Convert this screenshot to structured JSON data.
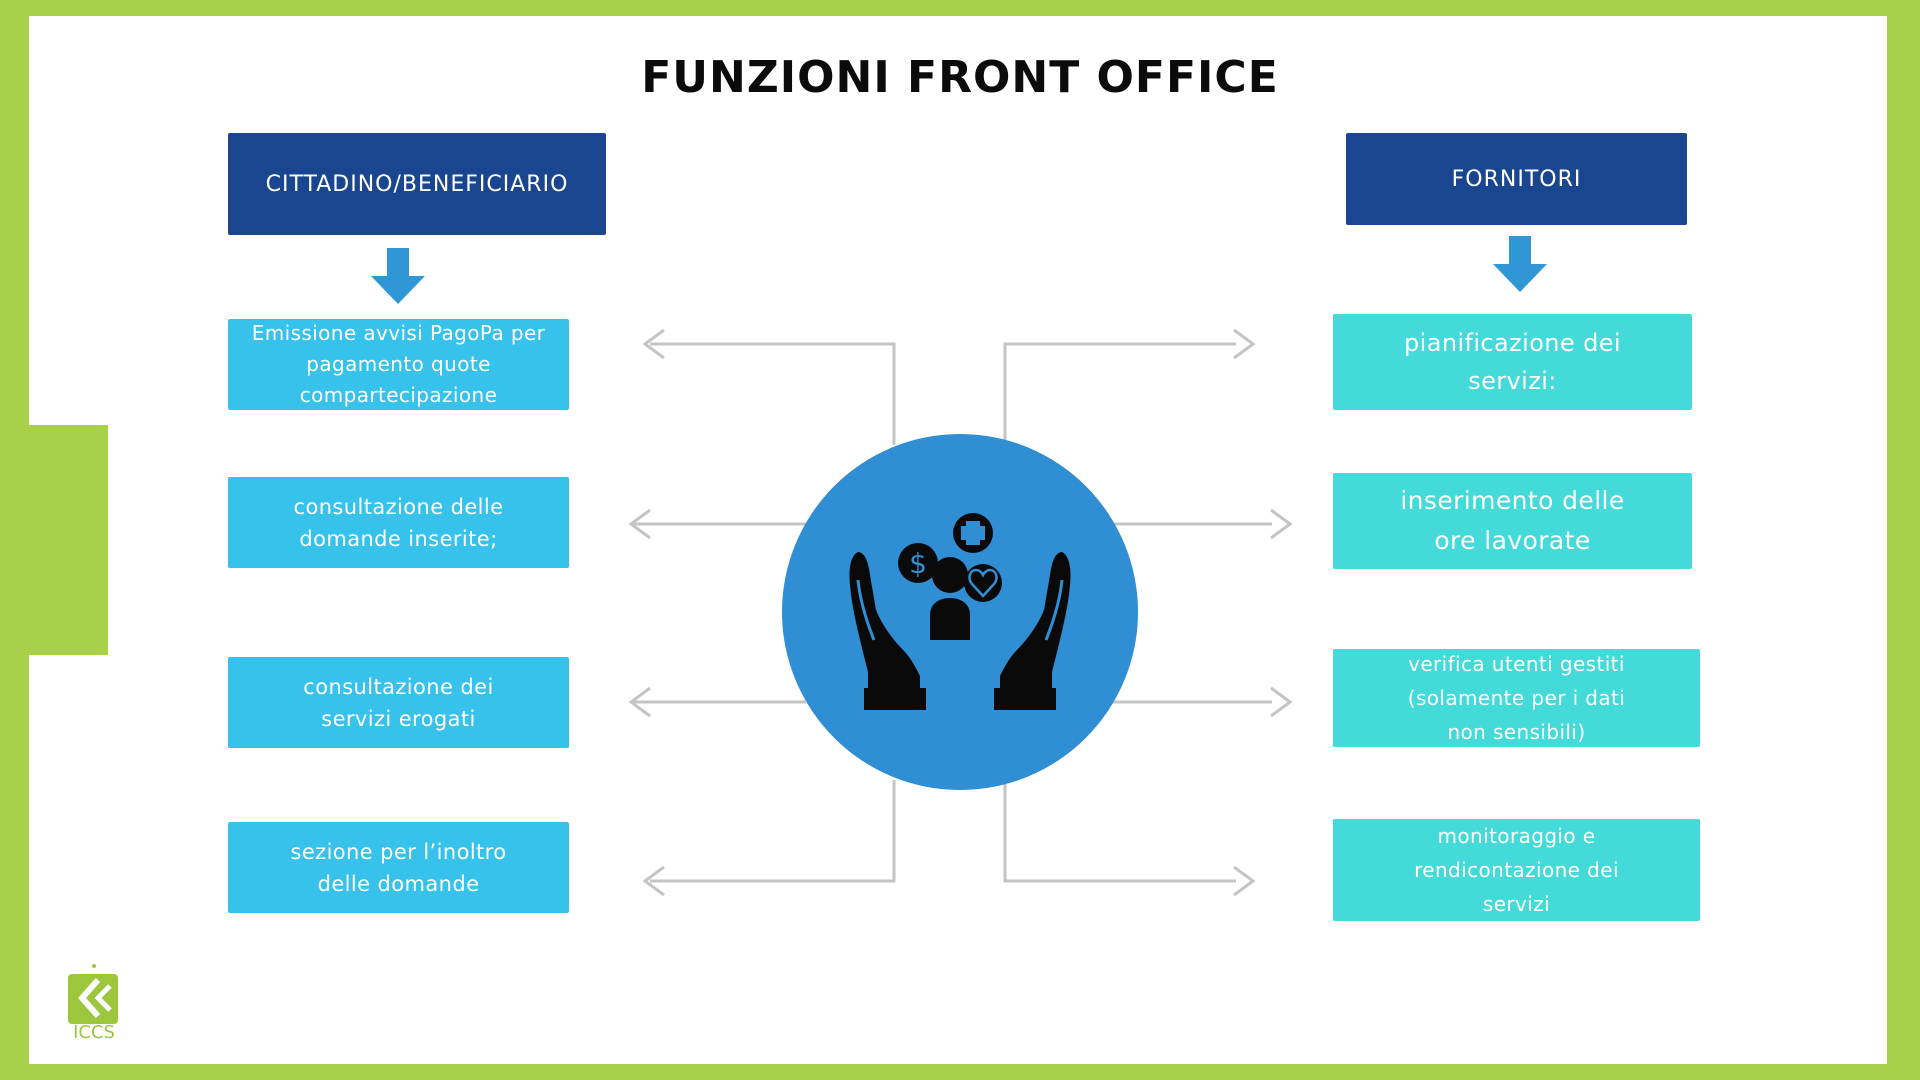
{
  "title": "FUNZIONI FRONT OFFICE",
  "left_header": "CITTADINO/BENEFICIARIO",
  "right_header": "FORNITORI",
  "left_items": [
    "Emissione avvisi PagoPa per\npagamento quote\ncompartecipazione",
    "consultazione delle\ndomande inserite;",
    "consultazione dei\nservizi erogati",
    "sezione per l’inoltro\ndelle domande"
  ],
  "right_items": [
    "pianificazione dei\nservizi:",
    "inserimento delle\nore lavorate",
    "verifica utenti gestiti\n(solamente per i dati\nnon sensibili)",
    "monitoraggio e\nrendicontazione dei\nservizi"
  ],
  "logo_text": "ICCS",
  "icons": {
    "center": "hands-care-icon",
    "dollar": "dollar-icon",
    "plus": "medical-plus-icon",
    "heart": "heart-icon",
    "person": "person-icon"
  },
  "colors": {
    "frame_green": "#a8d048",
    "header_blue": "#1a4690",
    "left_item": "#37c2ec",
    "right_item": "#44dad9",
    "arrow_blue": "#2f97d6",
    "circle_blue": "#2f8ed4",
    "connector_gray": "#c4c4c4"
  }
}
